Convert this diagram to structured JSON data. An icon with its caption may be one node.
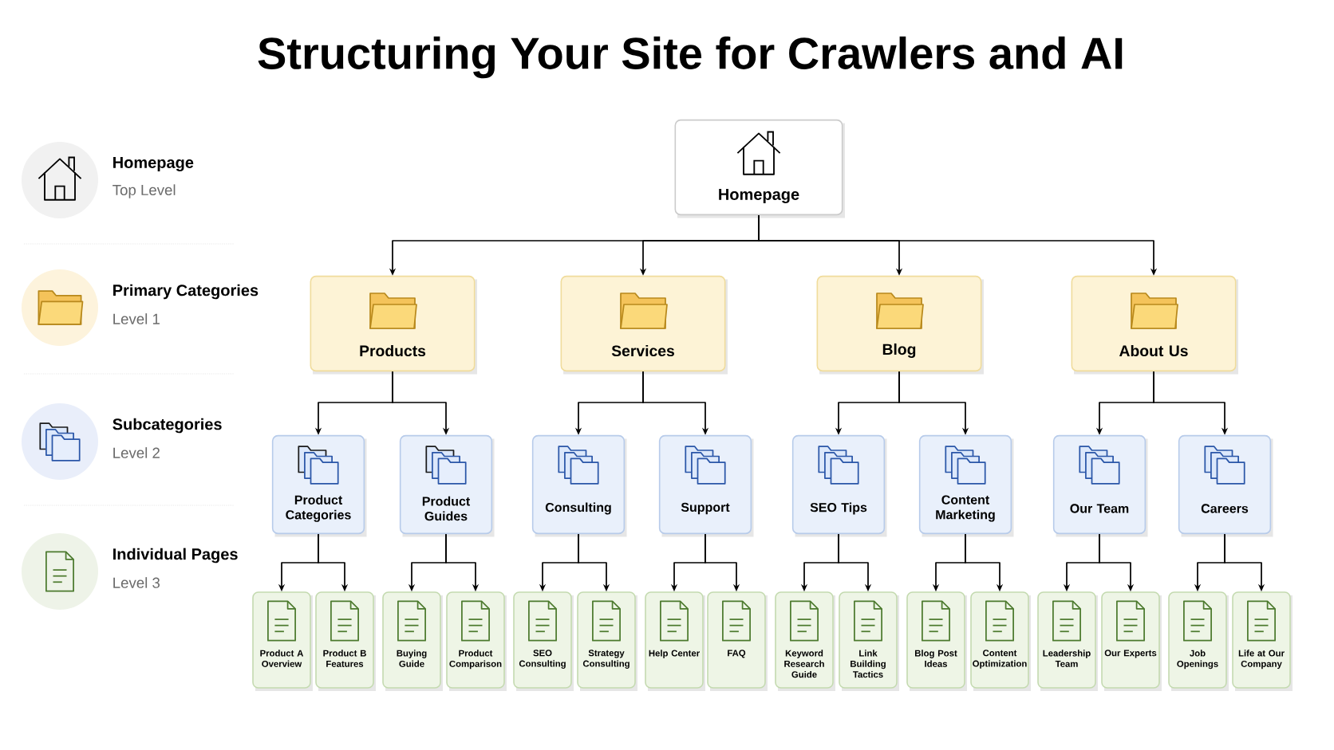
{
  "diagram": {
    "title": "Structuring Your Site for Crawlers and AI",
    "nodes": [
      {
        "text": [
          "Homepage"
        ]
      },
      {
        "text": [
          "Products"
        ]
      },
      {
        "text": [
          "Services"
        ]
      },
      {
        "text": [
          "Blog"
        ]
      },
      {
        "text": [
          "About Us"
        ]
      },
      {
        "text": [
          "Product Categories"
        ]
      },
      {
        "text": [
          "Product Guides"
        ]
      },
      {
        "text": [
          "Consulting"
        ]
      },
      {
        "text": [
          "Support"
        ]
      },
      {
        "text": [
          "SEO Tips"
        ]
      },
      {
        "text": [
          "Content Marketing"
        ]
      },
      {
        "text": [
          "Our Team"
        ]
      },
      {
        "text": [
          "Careers"
        ]
      },
      {
        "text": [
          "Product A Overview"
        ]
      },
      {
        "text": [
          "Product B Features"
        ]
      },
      {
        "text": [
          "Buying Guide"
        ]
      },
      {
        "text": [
          "Product Comparison"
        ]
      },
      {
        "text": [
          "SEO Consulting"
        ]
      },
      {
        "text": [
          "Strategy Consulting"
        ]
      },
      {
        "text": [
          "Help Center"
        ]
      },
      {
        "text": [
          "FAQ"
        ]
      },
      {
        "text": [
          "Keyword Research Guide"
        ]
      },
      {
        "text": [
          "Link Building Tactics"
        ]
      },
      {
        "text": [
          "Blog Post Ideas"
        ]
      },
      {
        "text": [
          "Content Optimization"
        ]
      },
      {
        "text": [
          "Leadership Team"
        ]
      },
      {
        "text": [
          "Our Experts"
        ]
      },
      {
        "text": [
          "Job Openings"
        ]
      },
      {
        "text": [
          "Life at Our Company"
        ]
      }
    ],
    "edges": [
      {
        "from": 0,
        "to": 1,
        "arrow": "to"
      },
      {
        "from": 0,
        "to": 2,
        "arrow": "to"
      },
      {
        "from": 0,
        "to": 3,
        "arrow": "to"
      },
      {
        "from": 0,
        "to": 4,
        "arrow": "to"
      },
      {
        "from": 1,
        "to": 5,
        "arrow": "to"
      },
      {
        "from": 1,
        "to": 6,
        "arrow": "to"
      },
      {
        "from": 2,
        "to": 7,
        "arrow": "to"
      },
      {
        "from": 2,
        "to": 8,
        "arrow": "to"
      },
      {
        "from": 3,
        "to": 9,
        "arrow": "to"
      },
      {
        "from": 3,
        "to": 10,
        "arrow": "to"
      },
      {
        "from": 4,
        "to": 11,
        "arrow": "to"
      },
      {
        "from": 4,
        "to": 12,
        "arrow": "to"
      },
      {
        "from": 5,
        "to": 13,
        "arrow": "to"
      },
      {
        "from": 5,
        "to": 14,
        "arrow": "to"
      },
      {
        "from": 6,
        "to": 15,
        "arrow": "to"
      },
      {
        "from": 6,
        "to": 16,
        "arrow": "to"
      },
      {
        "from": 7,
        "to": 17,
        "arrow": "to"
      },
      {
        "from": 7,
        "to": 18,
        "arrow": "to"
      },
      {
        "from": 8,
        "to": 19,
        "arrow": "to"
      },
      {
        "from": 8,
        "to": 20,
        "arrow": "to"
      },
      {
        "from": 9,
        "to": 21,
        "arrow": "to"
      },
      {
        "from": 9,
        "to": 22,
        "arrow": "to"
      },
      {
        "from": 10,
        "to": 23,
        "arrow": "to"
      },
      {
        "from": 10,
        "to": 24,
        "arrow": "to"
      },
      {
        "from": 11,
        "to": 25,
        "arrow": "to"
      },
      {
        "from": 11,
        "to": 26,
        "arrow": "to"
      },
      {
        "from": 12,
        "to": 27,
        "arrow": "to"
      },
      {
        "from": 12,
        "to": 28,
        "arrow": "to"
      }
    ],
    "labels": [
      "Top Level",
      "Level 1",
      "Level 2",
      "Level 3"
    ],
    "legend": [
      {
        "text": "Homepage"
      },
      {
        "text": "Primary Categories"
      },
      {
        "text": "Subcategories"
      },
      {
        "text": "Individual Pages"
      }
    ]
  }
}
